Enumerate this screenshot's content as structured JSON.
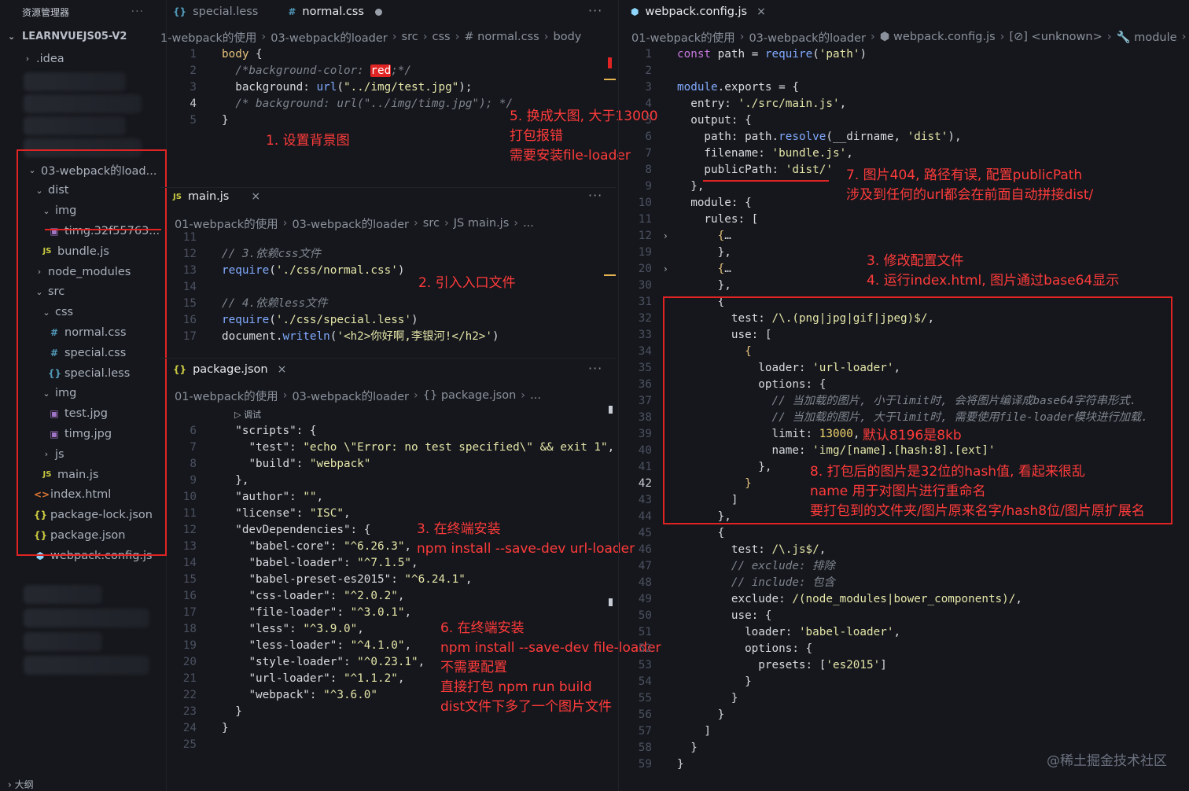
{
  "sidebar": {
    "title": "资源管理器",
    "more": "···",
    "project": "LEARNVUEJS05-V2",
    "items": [
      {
        "label": ".idea",
        "depth": 0,
        "type": "folder-collapsed"
      },
      {
        "label": "03-webpack的load...",
        "depth": 0,
        "type": "folder-open"
      },
      {
        "label": "dist",
        "depth": 1,
        "type": "folder-open"
      },
      {
        "label": "img",
        "depth": 2,
        "type": "folder-open"
      },
      {
        "label": "timg.32f55763...",
        "depth": 3,
        "type": "image"
      },
      {
        "label": "bundle.js",
        "depth": 2,
        "type": "js"
      },
      {
        "label": "node_modules",
        "depth": 1,
        "type": "folder-collapsed"
      },
      {
        "label": "src",
        "depth": 1,
        "type": "folder-open"
      },
      {
        "label": "css",
        "depth": 2,
        "type": "folder-open"
      },
      {
        "label": "normal.css",
        "depth": 3,
        "type": "css"
      },
      {
        "label": "special.css",
        "depth": 3,
        "type": "css"
      },
      {
        "label": "special.less",
        "depth": 3,
        "type": "less"
      },
      {
        "label": "img",
        "depth": 2,
        "type": "folder-open"
      },
      {
        "label": "test.jpg",
        "depth": 3,
        "type": "image"
      },
      {
        "label": "timg.jpg",
        "depth": 3,
        "type": "image"
      },
      {
        "label": "js",
        "depth": 2,
        "type": "folder-collapsed"
      },
      {
        "label": "main.js",
        "depth": 2,
        "type": "js"
      },
      {
        "label": "index.html",
        "depth": 1,
        "type": "html"
      },
      {
        "label": "package-lock.json",
        "depth": 1,
        "type": "json"
      },
      {
        "label": "package.json",
        "depth": 1,
        "type": "json"
      },
      {
        "label": "webpack.config.js",
        "depth": 1,
        "type": "webpack"
      }
    ],
    "outline": "大纲"
  },
  "icons": {
    "chevron_right": "›",
    "chevron_down": "⌄",
    "css": "#",
    "js": "JS",
    "json": "{}",
    "less": "{}",
    "image": "▣",
    "html": "<>",
    "webpack": "⬢",
    "close": "×",
    "more": "···"
  },
  "left_top": {
    "tabs": [
      {
        "label": "special.less",
        "icon": "{}",
        "active": false
      },
      {
        "label": "normal.css",
        "icon": "#",
        "active": true,
        "modified": true
      }
    ],
    "breadcrumb": [
      "1-webpack的使用",
      "03-webpack的loader",
      "src",
      "css",
      "# normal.css",
      "body"
    ],
    "lines": [
      {
        "n": "1",
        "html": "<span class='sel'>body</span> {"
      },
      {
        "n": "2",
        "html": "  <span class='cmt'>/*background-color: <span class='hl-red'>red</span>;*/</span>"
      },
      {
        "n": "3",
        "html": "  <span class='prop'>background</span>: <span class='fn'>url</span>(<span class='str'>\"../img/test.jpg\"</span>);"
      },
      {
        "n": "4",
        "html": "  <span class='cmt'>/* background: url(\"../img/timg.jpg\"); */</span>",
        "cur": true
      },
      {
        "n": "5",
        "html": "}"
      }
    ]
  },
  "left_mid": {
    "tab": {
      "label": "main.js",
      "icon": "JS"
    },
    "breadcrumb": [
      "01-webpack的使用",
      "03-webpack的loader",
      "src",
      "JS main.js",
      "..."
    ],
    "lines": [
      {
        "n": "11",
        "html": ""
      },
      {
        "n": "12",
        "html": "<span class='cmt'>// 3.依赖css文件</span>"
      },
      {
        "n": "13",
        "html": "<span class='fn'>require</span>(<span class='str'>'./css/normal.css'</span>)"
      },
      {
        "n": "14",
        "html": ""
      },
      {
        "n": "15",
        "html": "<span class='cmt'>// 4.依赖less文件</span>"
      },
      {
        "n": "16",
        "html": "<span class='fn'>require</span>(<span class='str'>'./css/special.less'</span>)"
      },
      {
        "n": "17",
        "html": "document.<span class='fn'>writeln</span>(<span class='str'>'&lt;h2&gt;你好啊,李银河!&lt;/h2&gt;'</span>)"
      }
    ]
  },
  "left_bot": {
    "tab": {
      "label": "package.json",
      "icon": "{}"
    },
    "breadcrumb": [
      "01-webpack的使用",
      "03-webpack的loader",
      "{} package.json",
      "..."
    ],
    "debug_label": "▷ 调试",
    "lines": [
      {
        "n": "6",
        "html": "  <span class='key'>\"scripts\"</span>: {"
      },
      {
        "n": "7",
        "html": "    <span class='key'>\"test\"</span>: <span class='str'>\"echo \\\"Error: no test specified\\\" &amp;&amp; exit 1\"</span>,"
      },
      {
        "n": "8",
        "html": "    <span class='key'>\"build\"</span>: <span class='str'>\"webpack\"</span>"
      },
      {
        "n": "9",
        "html": "  },"
      },
      {
        "n": "10",
        "html": "  <span class='key'>\"author\"</span>: <span class='str'>\"\"</span>,"
      },
      {
        "n": "11",
        "html": "  <span class='key'>\"license\"</span>: <span class='str'>\"ISC\"</span>,"
      },
      {
        "n": "12",
        "html": "  <span class='key'>\"devDependencies\"</span>: {"
      },
      {
        "n": "13",
        "html": "    <span class='key'>\"babel-core\"</span>: <span class='str'>\"^6.26.3\"</span>,"
      },
      {
        "n": "14",
        "html": "    <span class='key'>\"babel-loader\"</span>: <span class='str'>\"^7.1.5\"</span>,"
      },
      {
        "n": "15",
        "html": "    <span class='key'>\"babel-preset-es2015\"</span>: <span class='str'>\"^6.24.1\"</span>,"
      },
      {
        "n": "16",
        "html": "    <span class='key'>\"css-loader\"</span>: <span class='str'>\"^2.0.2\"</span>,"
      },
      {
        "n": "17",
        "html": "    <span class='key'>\"file-loader\"</span>: <span class='str'>\"^3.0.1\"</span>,"
      },
      {
        "n": "18",
        "html": "    <span class='key'>\"less\"</span>: <span class='str'>\"^3.9.0\"</span>,"
      },
      {
        "n": "19",
        "html": "    <span class='key'>\"less-loader\"</span>: <span class='str'>\"^4.1.0\"</span>,"
      },
      {
        "n": "20",
        "html": "    <span class='key'>\"style-loader\"</span>: <span class='str'>\"^0.23.1\"</span>,"
      },
      {
        "n": "21",
        "html": "    <span class='key'>\"url-loader\"</span>: <span class='str'>\"^1.1.2\"</span>,"
      },
      {
        "n": "22",
        "html": "    <span class='key'>\"webpack\"</span>: <span class='str'>\"^3.6.0\"</span>"
      },
      {
        "n": "23",
        "html": "  }"
      },
      {
        "n": "24",
        "html": "}"
      },
      {
        "n": "25",
        "html": ""
      }
    ]
  },
  "right": {
    "tab": {
      "label": "webpack.config.js",
      "icon": "⬢"
    },
    "breadcrumb": [
      "01-webpack的使用",
      "03-webpack的loader",
      "⬢ webpack.config.js",
      "[⊘] <unknown>",
      "🔧 module",
      ""
    ],
    "lines": [
      {
        "n": "1",
        "html": "<span class='kw'>const</span> path = <span class='fn'>require</span>(<span class='str'>'path'</span>)"
      },
      {
        "n": "2",
        "html": ""
      },
      {
        "n": "3",
        "html": "<span class='fn'>module</span>.exports = {"
      },
      {
        "n": "4",
        "html": "  entry: <span class='str'>'./src/main.js'</span>,"
      },
      {
        "n": "5",
        "html": "  output: {"
      },
      {
        "n": "6",
        "html": "    path: path.<span class='fn'>resolve</span>(__dirname, <span class='str'>'dist'</span>),"
      },
      {
        "n": "7",
        "html": "    filename: <span class='str'>'bundle.js'</span>,"
      },
      {
        "n": "8",
        "html": "    publicPath: <span class='str'>'dist/'</span>"
      },
      {
        "n": "9",
        "html": "  },"
      },
      {
        "n": "10",
        "html": "  module: {"
      },
      {
        "n": "11",
        "html": "    rules: ["
      },
      {
        "n": "12",
        "html": "      <span class='sel'>{</span>…"
      },
      {
        "n": "19",
        "html": "      },"
      },
      {
        "n": "20",
        "html": "      <span class='sel'>{</span>…"
      },
      {
        "n": "30",
        "html": "      },"
      },
      {
        "n": "31",
        "html": "      {"
      },
      {
        "n": "32",
        "html": "        test: <span class='str'>/\\.(png|jpg|gif|jpeg)$/</span>,"
      },
      {
        "n": "33",
        "html": "        use: ["
      },
      {
        "n": "34",
        "html": "          <span class='sel'>{</span>"
      },
      {
        "n": "35",
        "html": "            loader: <span class='str'>'url-loader'</span>,"
      },
      {
        "n": "36",
        "html": "            options: {"
      },
      {
        "n": "37",
        "html": "              <span class='cmt'>// 当加载的图片, 小于limit时, 会将图片编译成base64字符串形式.</span>"
      },
      {
        "n": "38",
        "html": "              <span class='cmt'>// 当加载的图片, 大于limit时, 需要使用file-loader模块进行加载.</span>"
      },
      {
        "n": "39",
        "html": "              limit: <span class='num'>13000</span>,"
      },
      {
        "n": "40",
        "html": "              name: <span class='str'>'img/[name].[hash:8].[ext]'</span>"
      },
      {
        "n": "41",
        "html": "            },"
      },
      {
        "n": "42",
        "html": "          <span class='sel'>}</span>",
        "cur": true
      },
      {
        "n": "43",
        "html": "        ]"
      },
      {
        "n": "44",
        "html": "      },"
      },
      {
        "n": "45",
        "html": "      {"
      },
      {
        "n": "46",
        "html": "        test: <span class='str'>/\\.js$/</span>,"
      },
      {
        "n": "47",
        "html": "        <span class='cmt'>// exclude: 排除</span>"
      },
      {
        "n": "48",
        "html": "        <span class='cmt'>// include: 包含</span>"
      },
      {
        "n": "49",
        "html": "        exclude: <span class='str'>/(node_modules|bower_components)/</span>,"
      },
      {
        "n": "50",
        "html": "        use: {"
      },
      {
        "n": "51",
        "html": "          loader: <span class='str'>'babel-loader'</span>,"
      },
      {
        "n": "52",
        "html": "          options: {"
      },
      {
        "n": "53",
        "html": "            presets: [<span class='str'>'es2015'</span>]"
      },
      {
        "n": "54",
        "html": "          }"
      },
      {
        "n": "55",
        "html": "        }"
      },
      {
        "n": "56",
        "html": "      }"
      },
      {
        "n": "57",
        "html": "    ]"
      },
      {
        "n": "58",
        "html": "  }"
      },
      {
        "n": "59",
        "html": "}"
      }
    ]
  },
  "annotations": {
    "a1": "1. 设置背景图",
    "a2": "2. 引入入口文件",
    "a3_install": "3. 在终端安装\nnpm install --save-dev url-loader",
    "a3_config": "3. 修改配置文件\n4. 运行index.html, 图片通过base64显示",
    "a5": "5. 换成大图, 大于13000\n打包报错\n需要安装file-loader",
    "a6": "6. 在终端安装\nnpm install --save-dev file-loader\n不需要配置\n直接打包 npm run build\ndist文件下多了一个图片文件",
    "a7": "7. 图片404, 路径有误, 配置publicPath\n涉及到任何的url都会在前面自动拼接dist/",
    "a8_default": "默认8196是8kb",
    "a8": "8. 打包后的图片是32位的hash值, 看起来很乱\nname 用于对图片进行重命名\n要打包到的文件夹/图片原来名字/hash8位/图片原扩展名"
  },
  "watermark": "@稀土掘金技术社区",
  "colors": {
    "annotation": "#ff3b3b",
    "background": "#15171c",
    "string": "#e5e5a8",
    "keyword": "#c678dd",
    "function": "#82aaff"
  }
}
